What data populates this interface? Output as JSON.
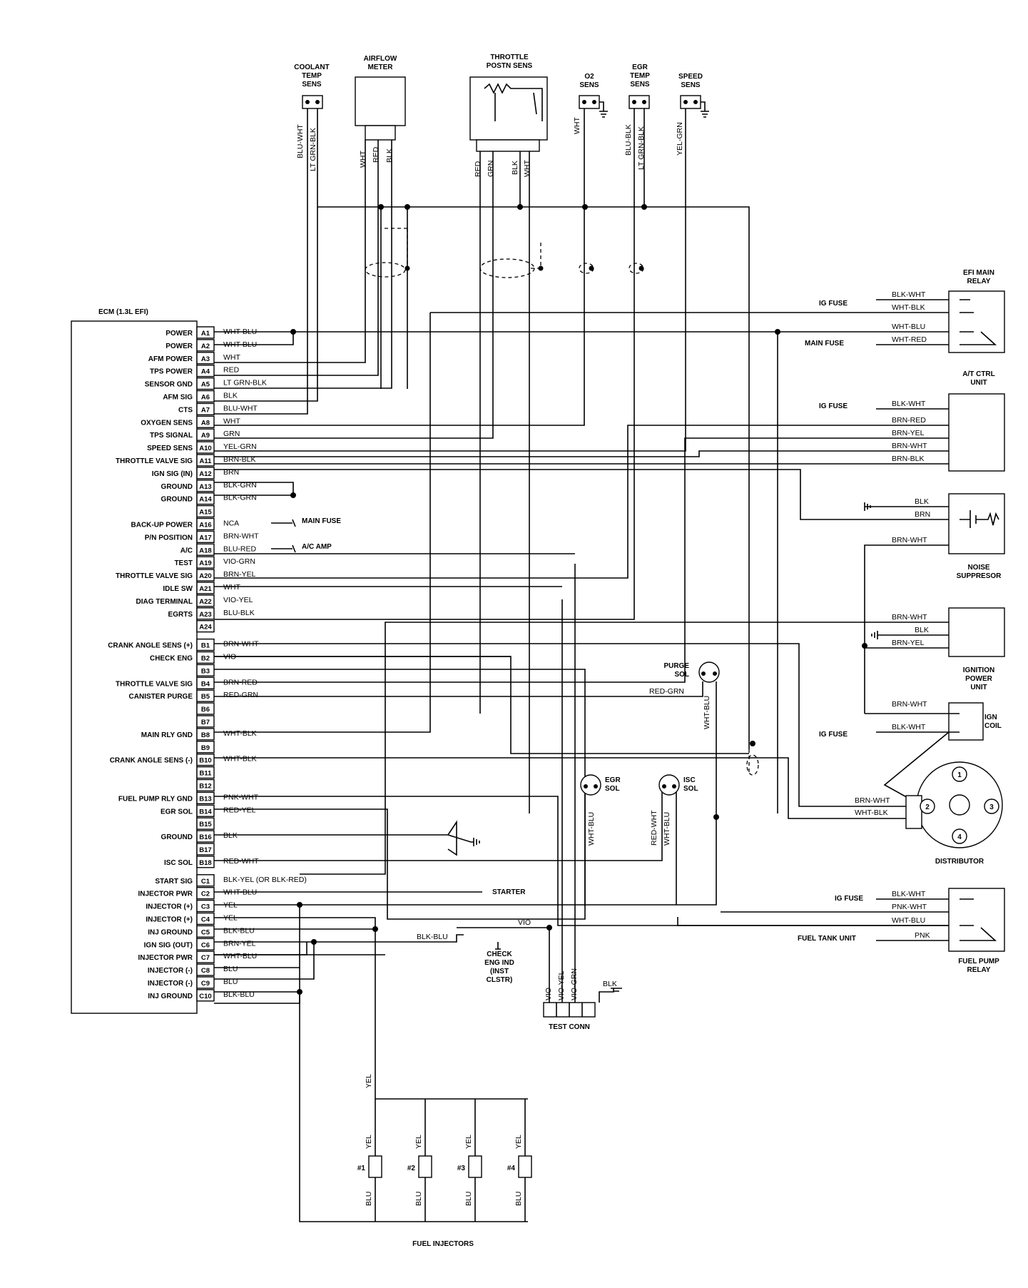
{
  "ecm": {
    "title": "ECM (1.3L EFI)",
    "pins": [
      {
        "pin": "A1",
        "func": "POWER",
        "wire": "WHT-BLU"
      },
      {
        "pin": "A2",
        "func": "POWER",
        "wire": "WHT-BLU"
      },
      {
        "pin": "A3",
        "func": "AFM POWER",
        "wire": "WHT"
      },
      {
        "pin": "A4",
        "func": "TPS POWER",
        "wire": "RED"
      },
      {
        "pin": "A5",
        "func": "SENSOR GND",
        "wire": "LT GRN-BLK"
      },
      {
        "pin": "A6",
        "func": "AFM SIG",
        "wire": "BLK"
      },
      {
        "pin": "A7",
        "func": "CTS",
        "wire": "BLU-WHT"
      },
      {
        "pin": "A8",
        "func": "OXYGEN SENS",
        "wire": "WHT"
      },
      {
        "pin": "A9",
        "func": "TPS SIGNAL",
        "wire": "GRN"
      },
      {
        "pin": "A10",
        "func": "SPEED SENS",
        "wire": "YEL-GRN"
      },
      {
        "pin": "A11",
        "func": "THROTTLE VALVE SIG",
        "wire": "BRN-BLK"
      },
      {
        "pin": "A12",
        "func": "IGN SIG (IN)",
        "wire": "BRN"
      },
      {
        "pin": "A13",
        "func": "GROUND",
        "wire": "BLK-GRN"
      },
      {
        "pin": "A14",
        "func": "GROUND",
        "wire": "BLK-GRN"
      },
      {
        "pin": "A15",
        "func": "",
        "wire": ""
      },
      {
        "pin": "A16",
        "func": "BACK-UP POWER",
        "wire": "NCA"
      },
      {
        "pin": "A17",
        "func": "P/N POSITION",
        "wire": "BRN-WHT"
      },
      {
        "pin": "A18",
        "func": "A/C",
        "wire": "BLU-RED"
      },
      {
        "pin": "A19",
        "func": "TEST",
        "wire": "VIO-GRN"
      },
      {
        "pin": "A20",
        "func": "THROTTLE VALVE SIG",
        "wire": "BRN-YEL"
      },
      {
        "pin": "A21",
        "func": "IDLE SW",
        "wire": "WHT"
      },
      {
        "pin": "A22",
        "func": "DIAG TERMINAL",
        "wire": "VIO-YEL"
      },
      {
        "pin": "A23",
        "func": "EGRTS",
        "wire": "BLU-BLK"
      },
      {
        "pin": "A24",
        "func": "",
        "wire": ""
      },
      {
        "pin": "B1",
        "func": "CRANK ANGLE SENS (+)",
        "wire": "BRN-WHT"
      },
      {
        "pin": "B2",
        "func": "CHECK ENG",
        "wire": "VIO"
      },
      {
        "pin": "B3",
        "func": "",
        "wire": ""
      },
      {
        "pin": "B4",
        "func": "THROTTLE VALVE SIG",
        "wire": "BRN-RED"
      },
      {
        "pin": "B5",
        "func": "CANISTER PURGE",
        "wire": "RED-GRN"
      },
      {
        "pin": "B6",
        "func": "",
        "wire": ""
      },
      {
        "pin": "B7",
        "func": "",
        "wire": ""
      },
      {
        "pin": "B8",
        "func": "MAIN RLY GND",
        "wire": "WHT-BLK"
      },
      {
        "pin": "B9",
        "func": "",
        "wire": ""
      },
      {
        "pin": "B10",
        "func": "CRANK ANGLE SENS (-)",
        "wire": "WHT-BLK"
      },
      {
        "pin": "B11",
        "func": "",
        "wire": ""
      },
      {
        "pin": "B12",
        "func": "",
        "wire": ""
      },
      {
        "pin": "B13",
        "func": "FUEL PUMP RLY GND",
        "wire": "PNK-WHT"
      },
      {
        "pin": "B14",
        "func": "EGR SOL",
        "wire": "RED-YEL"
      },
      {
        "pin": "B15",
        "func": "",
        "wire": ""
      },
      {
        "pin": "B16",
        "func": "GROUND",
        "wire": "BLK"
      },
      {
        "pin": "B17",
        "func": "",
        "wire": ""
      },
      {
        "pin": "B18",
        "func": "ISC SOL",
        "wire": "RED-WHT"
      },
      {
        "pin": "C1",
        "func": "START SIG",
        "wire": "BLK-YEL (OR BLK-RED)"
      },
      {
        "pin": "C2",
        "func": "INJECTOR PWR",
        "wire": "WHT-BLU"
      },
      {
        "pin": "C3",
        "func": "INJECTOR (+)",
        "wire": "YEL"
      },
      {
        "pin": "C4",
        "func": "INJECTOR (+)",
        "wire": "YEL"
      },
      {
        "pin": "C5",
        "func": "INJ GROUND",
        "wire": "BLK-BLU"
      },
      {
        "pin": "C6",
        "func": "IGN SIG (OUT)",
        "wire": "BRN-YEL"
      },
      {
        "pin": "C7",
        "func": "INJECTOR PWR",
        "wire": "WHT-BLU"
      },
      {
        "pin": "C8",
        "func": "INJECTOR (-)",
        "wire": "BLU"
      },
      {
        "pin": "C9",
        "func": "INJECTOR (-)",
        "wire": "BLU"
      },
      {
        "pin": "C10",
        "func": "INJ GROUND",
        "wire": "BLK-BLU"
      }
    ]
  },
  "sensors": {
    "coolant": {
      "name": [
        "COOLANT",
        "TEMP",
        "SENS"
      ],
      "wires": [
        "BLU-WHT",
        "LT GRN-BLK"
      ]
    },
    "airflow": {
      "name": [
        "AIRFLOW",
        "METER"
      ],
      "wires": [
        "WHT",
        "RED",
        "BLK"
      ]
    },
    "throttle": {
      "name": [
        "THROTTLE",
        "POSTN SENS"
      ],
      "wires": [
        "RED",
        "GRN",
        "BLK",
        "WHT"
      ]
    },
    "o2": {
      "name": [
        "O2",
        "SENS"
      ],
      "wires": [
        "WHT"
      ]
    },
    "egr_temp": {
      "name": [
        "EGR",
        "TEMP",
        "SENS"
      ],
      "wires": [
        "BLU-BLK",
        "LT GRN-BLK"
      ]
    },
    "speed": {
      "name": [
        "SPEED",
        "SENS"
      ],
      "wires": [
        "YEL-GRN"
      ]
    }
  },
  "right": {
    "efi_relay": {
      "name": [
        "EFI MAIN",
        "RELAY"
      ],
      "wires": [
        "BLK-WHT",
        "WHT-BLK",
        "WHT-BLU",
        "WHT-RED"
      ],
      "ig_fuse": "IG FUSE",
      "main_fuse": "MAIN FUSE"
    },
    "at_ctrl": {
      "name": [
        "A/T CTRL",
        "UNIT"
      ],
      "wires": [
        "BLK-WHT",
        "BRN-RED",
        "BRN-YEL",
        "BRN-WHT",
        "BRN-BLK"
      ],
      "ig_fuse": "IG FUSE"
    },
    "noise": {
      "name": [
        "NOISE",
        "SUPPRESOR"
      ],
      "wires": [
        "BLK",
        "BRN",
        "BRN-WHT"
      ]
    },
    "ign_power": {
      "name": [
        "IGNITION",
        "POWER",
        "UNIT"
      ],
      "wires": [
        "BRN-WHT",
        "BLK",
        "BRN-YEL"
      ]
    },
    "ign_coil": {
      "name": [
        "IGN",
        "COIL"
      ],
      "wires": [
        "BRN-WHT",
        "BLK-WHT"
      ],
      "ig_fuse": "IG FUSE"
    },
    "distributor": {
      "name": "DISTRIBUTOR",
      "wires": [
        "BRN-WHT",
        "WHT-BLK"
      ],
      "terminals": [
        "1",
        "2",
        "3",
        "4"
      ]
    },
    "fuel_pump_relay": {
      "name": [
        "FUEL PUMP",
        "RELAY"
      ],
      "wires": [
        "BLK-WHT",
        "PNK-WHT",
        "WHT-BLU",
        "PNK"
      ],
      "ig_fuse": "IG FUSE",
      "tank": "FUEL TANK UNIT"
    }
  },
  "middle": {
    "purge_sol": {
      "name": [
        "PURGE",
        "SOL"
      ],
      "wires": [
        "RED-GRN",
        "WHT-BLU"
      ]
    },
    "egr_sol": {
      "name": [
        "EGR",
        "SOL"
      ],
      "wires": [
        "WHT-BLU"
      ]
    },
    "isc_sol": {
      "name": [
        "ISC",
        "SOL"
      ],
      "wires": [
        "RED-WHT",
        "WHT-BLU"
      ]
    },
    "main_fuse": "MAIN FUSE",
    "ac_amp": "A/C AMP",
    "starter": "STARTER",
    "blk_blu": "BLK-BLU",
    "check_eng": [
      "CHECK",
      "ENG IND",
      "(INST",
      "CLSTR)"
    ],
    "vio": "VIO",
    "test_conn": {
      "name": "TEST CONN",
      "wires": [
        "VIO",
        "VIO-YEL",
        "VIO-GRN",
        "BLK"
      ]
    }
  },
  "injectors": {
    "title": "FUEL INJECTORS",
    "feed": "YEL",
    "items": [
      {
        "n": "#1",
        "top": "YEL",
        "bot": "BLU"
      },
      {
        "n": "#2",
        "top": "YEL",
        "bot": "BLU"
      },
      {
        "n": "#3",
        "top": "YEL",
        "bot": "BLU"
      },
      {
        "n": "#4",
        "top": "YEL",
        "bot": "BLU"
      }
    ]
  }
}
